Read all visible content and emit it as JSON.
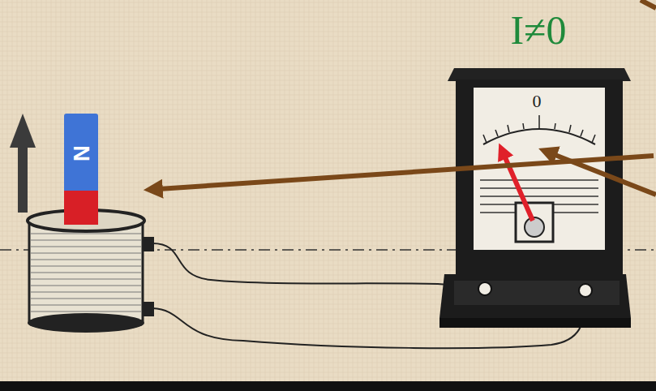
{
  "diagram": {
    "labels": [
      "I≠0",
      "N",
      "0"
    ]
  }
}
